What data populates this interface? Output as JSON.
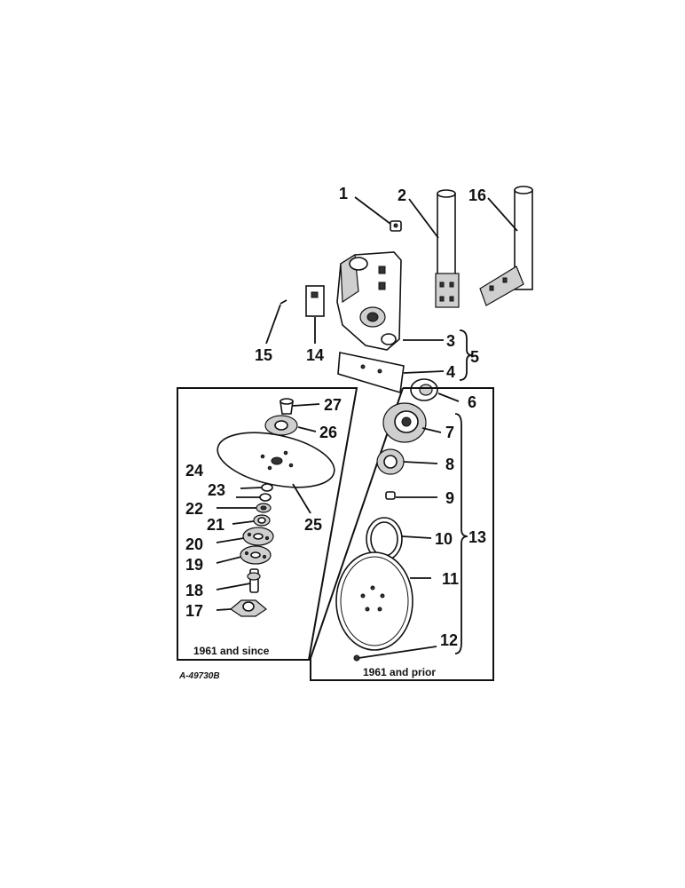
{
  "figure": {
    "drawing_code": "A-49730B",
    "captions": {
      "since": "1961 and since",
      "prior": "1961 and prior"
    },
    "callouts": [
      "1",
      "2",
      "3",
      "4",
      "5",
      "6",
      "7",
      "8",
      "9",
      "10",
      "11",
      "12",
      "13",
      "14",
      "15",
      "16",
      "17",
      "18",
      "19",
      "20",
      "21",
      "22",
      "23",
      "24",
      "25",
      "26",
      "27"
    ]
  }
}
